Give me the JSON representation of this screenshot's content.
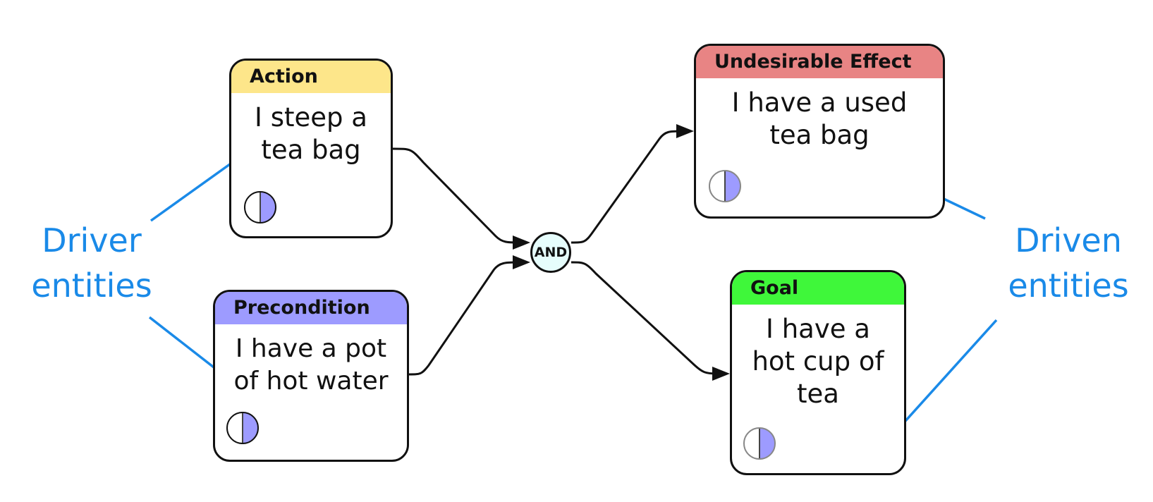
{
  "nodes": {
    "action": {
      "type_label": "Action",
      "text": "I steep a\ntea bag",
      "header_color": "#fde68a"
    },
    "precondition": {
      "type_label": "Precondition",
      "text": "I have a pot\nof hot water",
      "header_color": "#9d9bff"
    },
    "undesirable_effect": {
      "type_label": "Undesirable Effect",
      "text": "I have a used\ntea bag",
      "header_color": "#e88484"
    },
    "goal": {
      "type_label": "Goal",
      "text": "I have a\nhot cup of\ntea",
      "header_color": "#3ff73a"
    }
  },
  "junction": {
    "label": "AND",
    "fill_color": "#e6fdfc"
  },
  "callouts": {
    "driver": "Driver\nentities",
    "driven": "Driven\nentities",
    "color": "#1a8ae8"
  },
  "status_icon": {
    "icon": "half-filled-circle-icon",
    "fill_color": "#9d9bff"
  }
}
